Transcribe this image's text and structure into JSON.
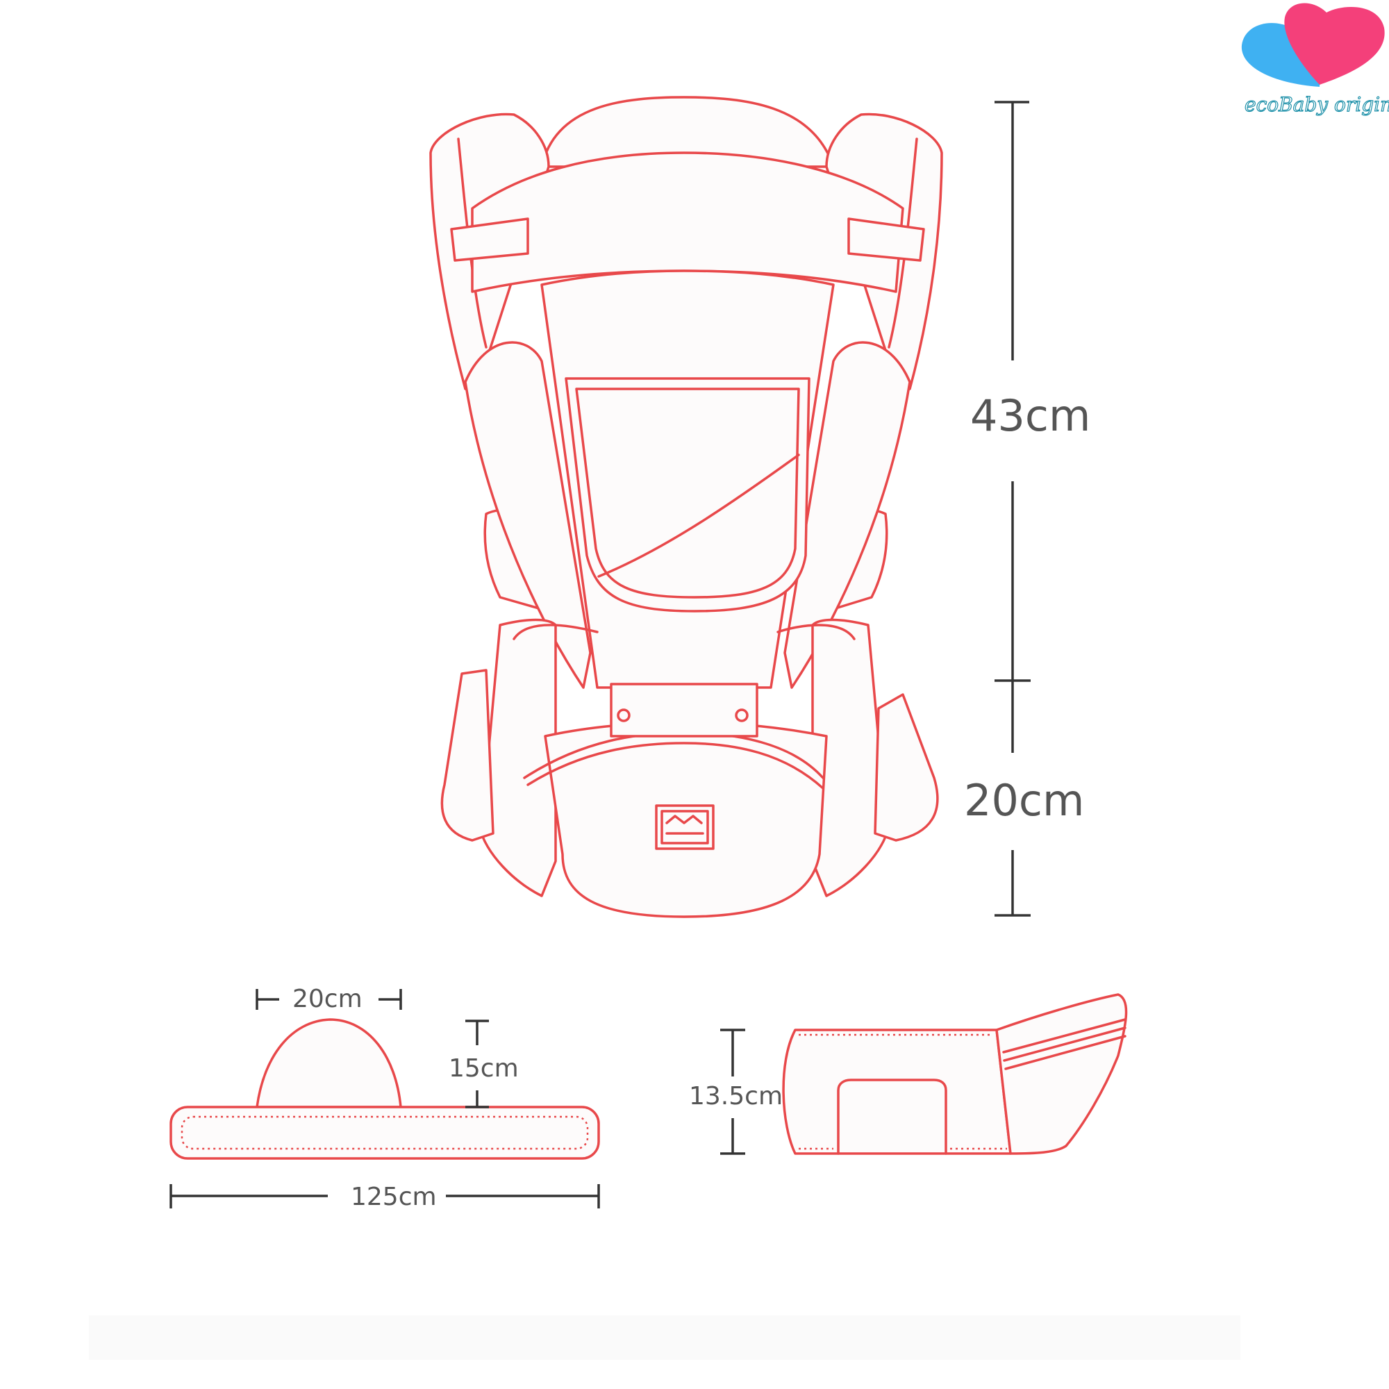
{
  "logo": {
    "text": "ecoBaby original",
    "colors": {
      "left_heart": "#3fb1f2",
      "right_heart": "#f4407a",
      "text": "#1b8fa8"
    }
  },
  "diagram": {
    "line_color": "#e8484a",
    "dimensions": {
      "carrier_height_upper": "43cm",
      "carrier_height_lower": "20cm",
      "hood_width": "20cm",
      "hood_height": "15cm",
      "strap_length": "125cm",
      "seat_height": "13.5cm"
    }
  }
}
